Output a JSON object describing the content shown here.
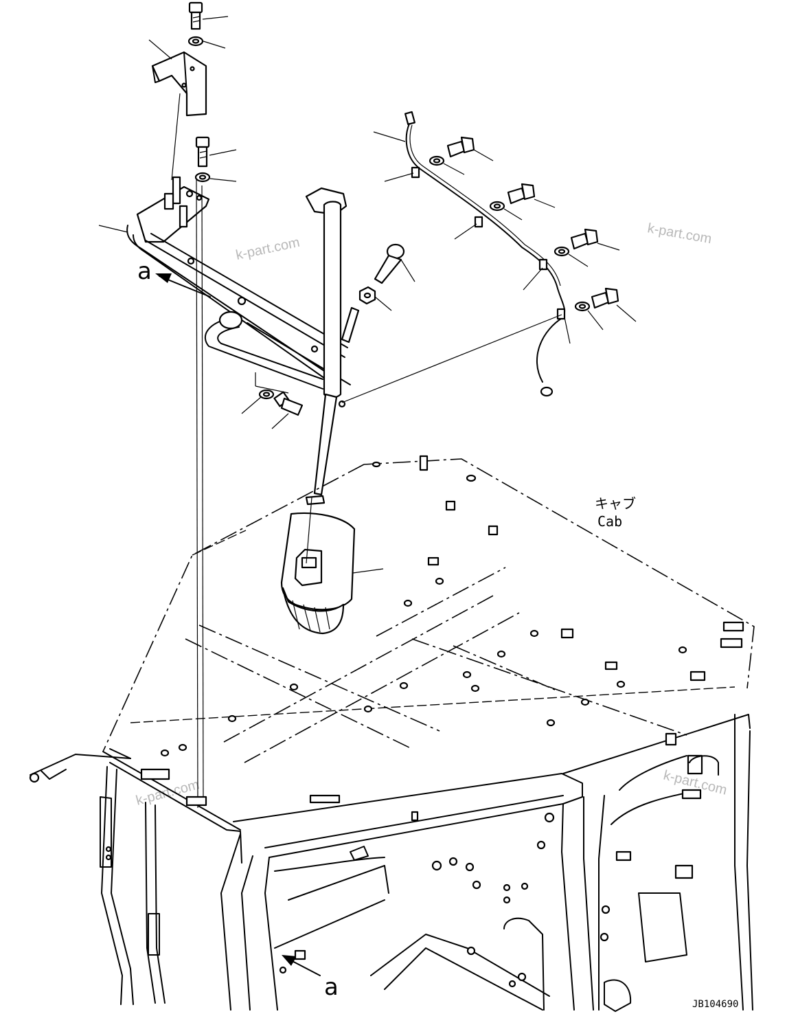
{
  "labels": {
    "cab_jp": "キャブ",
    "cab_en": "Cab",
    "view_mark_top": "a",
    "view_mark_bottom": "a",
    "drawing_number": "JB104690"
  },
  "watermarks": [
    "k-part.com",
    "k-part.com",
    "k-part.com",
    "k-part.com"
  ]
}
